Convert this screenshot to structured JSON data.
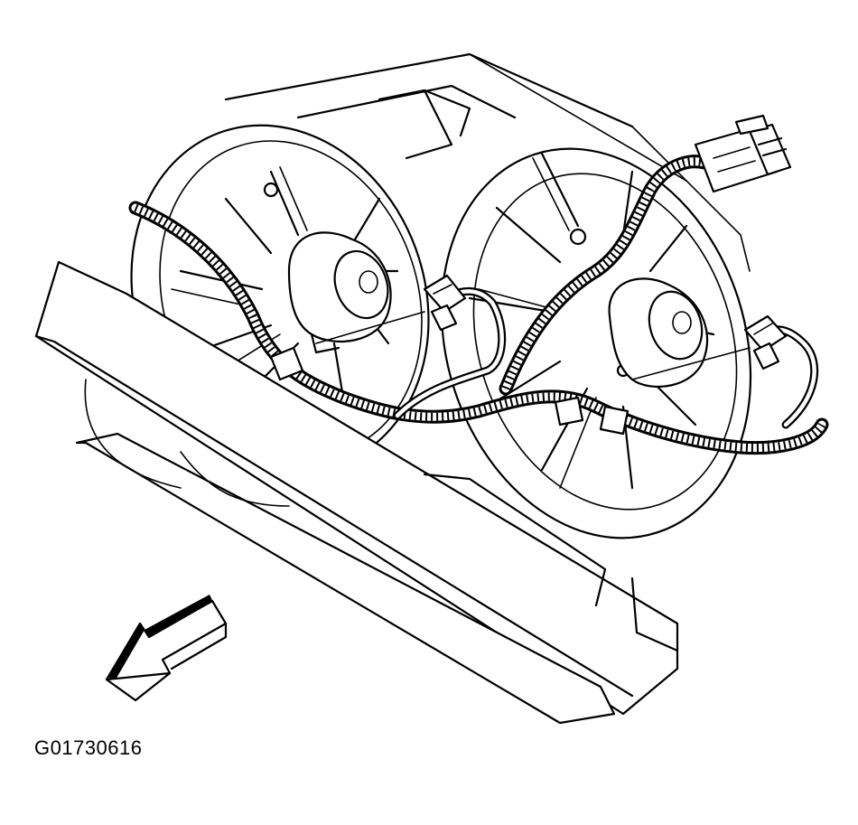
{
  "figure": {
    "id_label": "G01730616"
  },
  "illustration": {
    "subject": "engine-cooling-fan-assembly-with-wiring-harness",
    "components": [
      "radiator-core-support",
      "left-cooling-fan-shroud",
      "right-cooling-fan-shroud",
      "left-fan-motor",
      "right-fan-motor",
      "wiring-harness",
      "harness-connector",
      "left-motor-connector",
      "right-motor-connector",
      "direction-arrow"
    ],
    "line_color": "#000000",
    "background_color": "#ffffff"
  }
}
